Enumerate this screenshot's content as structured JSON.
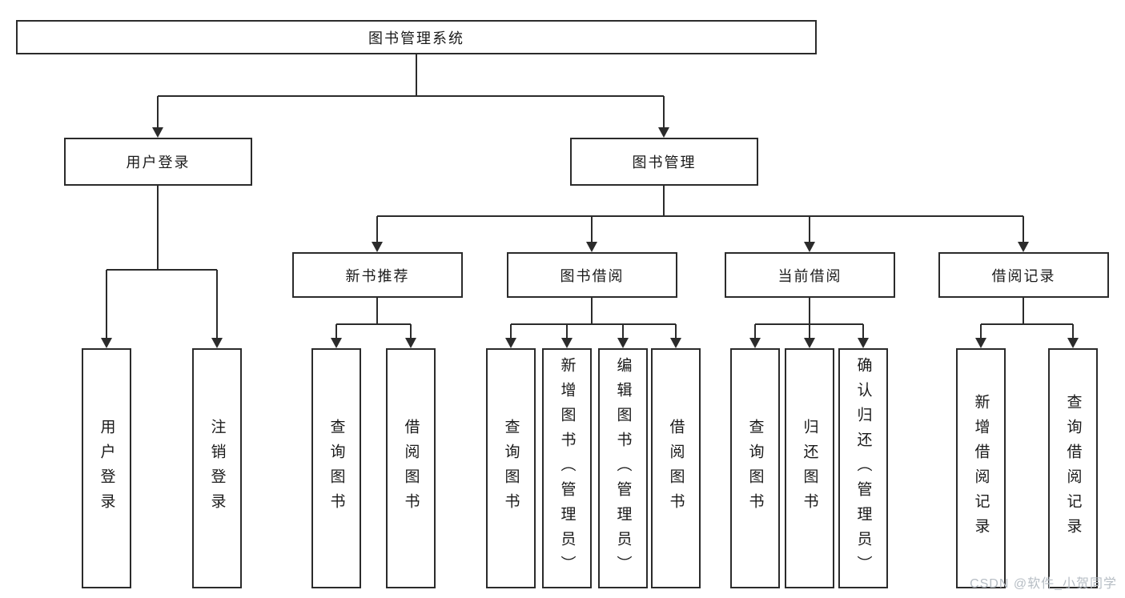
{
  "diagram": {
    "nodes": {
      "root": "图书管理系统",
      "user_login": "用户登录",
      "book_mgmt": "图书管理",
      "new_books": "新书推荐",
      "borrowing": "图书借阅",
      "current": "当前借阅",
      "records": "借阅记录",
      "login": "用户登录",
      "logout": "注销登录",
      "nb_query": "查询图书",
      "nb_borrow": "借阅图书",
      "bw_query": "查询图书",
      "bw_add": "新增图书（管理员）",
      "bw_edit": "编辑图书（管理员）",
      "bw_borrow": "借阅图书",
      "cur_query": "查询图书",
      "cur_return": "归还图书",
      "cur_confirm": "确认归还（管理员）",
      "rec_add": "新增借阅记录",
      "rec_query": "查询借阅记录"
    },
    "line_color": "#2b2b2b"
  },
  "watermark": {
    "text": "CSDN @软件_小贺同学"
  }
}
